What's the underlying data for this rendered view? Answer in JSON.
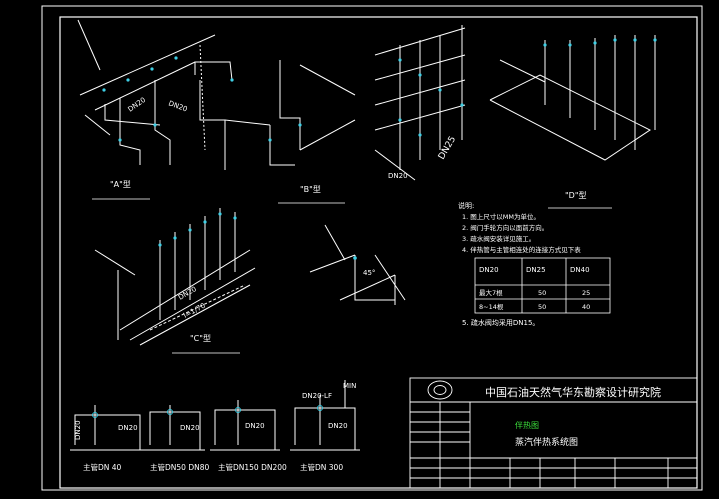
{
  "colors": {
    "background": "#000000",
    "frame": "#ffffff",
    "pipe": "#ffffff",
    "text": "#ffffff",
    "fitting_cyan": "#3fd0e6",
    "highlight_green": "#3ce23c",
    "leader_yellow": "#e6e64a"
  },
  "views": {
    "a": {
      "caption": "\"A\"型",
      "size_label": "DN20"
    },
    "b": {
      "caption": "\"B\"型",
      "size_label": "DN20"
    },
    "c_top": {
      "label_1": "DN20",
      "label_2": "DN25"
    },
    "c": {
      "caption": "\"C\"型",
      "size_label": "DN20",
      "slope_label": "i=1/70"
    },
    "d": {
      "caption": "\"D\"型"
    },
    "e": {
      "angle_label": "45°"
    }
  },
  "notes": {
    "title": "说明:",
    "items": [
      "1. 图上尺寸以MM为单位。",
      "2. 阀门手轮方向以面前方向。",
      "3. 疏水阀安装详见施工。",
      "4. 伴热管与主管相连处的连接方式见下表"
    ],
    "note_5": "5. 疏水阀均采用DN15。"
  },
  "table": {
    "header": [
      "DN20",
      "DN25",
      "DN40"
    ],
    "rows": [
      [
        "最大7根",
        "50",
        "25"
      ],
      [
        "8~14根",
        "50",
        "40"
      ]
    ]
  },
  "details": [
    {
      "label": "主管DN 40",
      "size_label": "DN20",
      "side_label": "DN20"
    },
    {
      "label": "主管DN50 DN80",
      "size_label": "DN20"
    },
    {
      "label": "主管DN150 DN200",
      "size_label": "DN20"
    },
    {
      "label": "主管DN 300",
      "size_label": "DN20",
      "tag": "MIN",
      "callout": "DN20-LF"
    }
  ],
  "title_block": {
    "institute": "中国石油天然气华东勘察设计研究院",
    "project": "伴热图",
    "drawing_title": "蒸汽伴热系统图",
    "rows": [
      [
        "",
        ""
      ],
      [
        "",
        ""
      ],
      [
        "",
        ""
      ]
    ]
  }
}
